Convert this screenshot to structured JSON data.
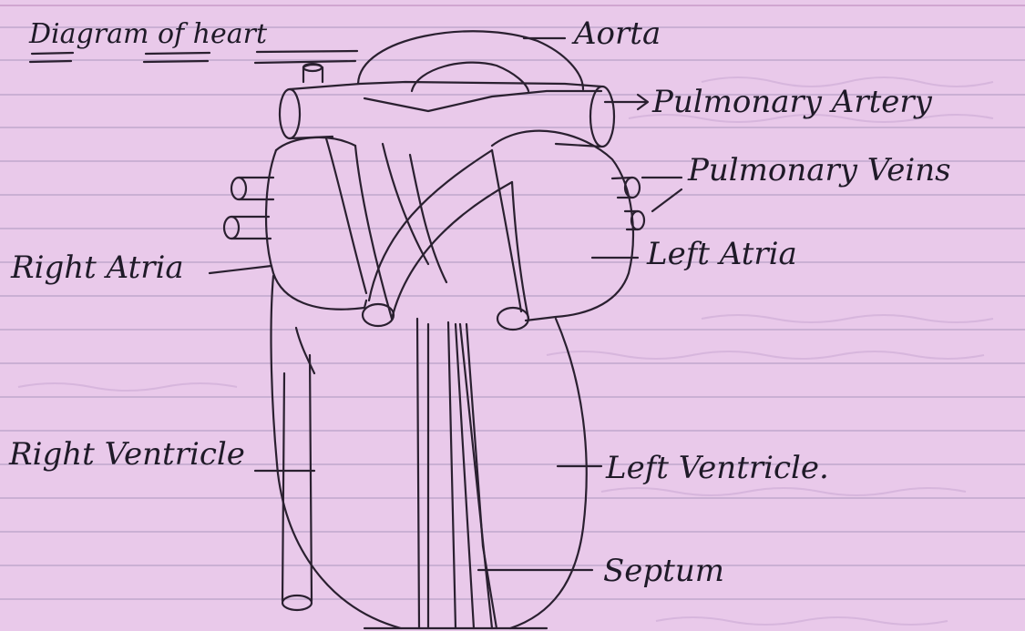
{
  "diagram": {
    "title": "Diagram of heart",
    "labels": {
      "aorta": "Aorta",
      "pulmonary_artery": "Pulmonary Artery",
      "pulmonary_veins": "Pulmonary Veins",
      "left_atria": "Left Atria",
      "right_atria": "Right Atria",
      "right_ventricle": "Right Ventricle",
      "left_ventricle": "Left Ventricle.",
      "septum": "Septum"
    }
  },
  "colors": {
    "paper": "#e9c9ea",
    "ink": "#2a2030",
    "rule": "#b9a1c6"
  }
}
